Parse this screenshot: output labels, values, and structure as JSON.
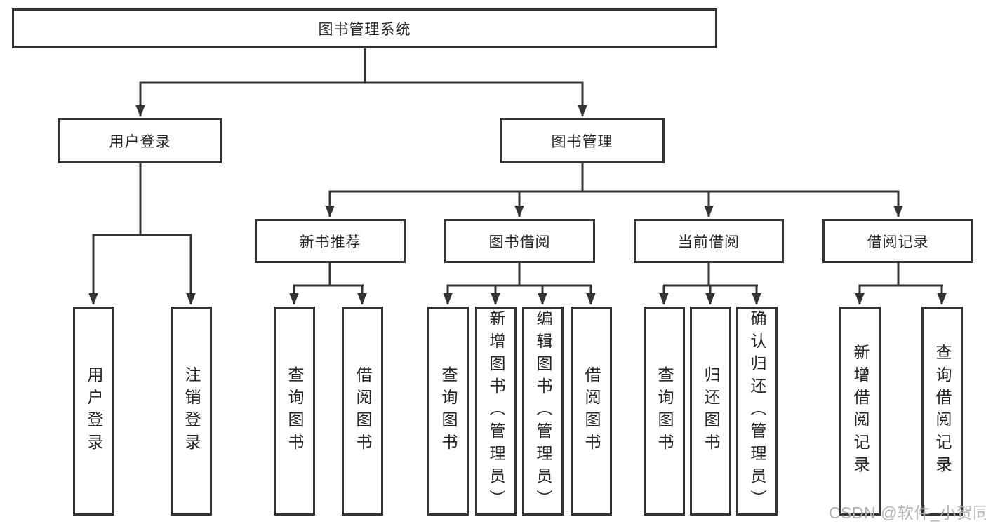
{
  "diagram": {
    "root": {
      "label": "图书管理系统"
    },
    "branches": [
      {
        "label": "用户登录",
        "children": [
          {
            "label": "用户登录"
          },
          {
            "label": "注销登录"
          }
        ]
      },
      {
        "label": "图书管理",
        "groups": [
          {
            "label": "新书推荐",
            "children": [
              {
                "label": "查询图书"
              },
              {
                "label": "借阅图书"
              }
            ]
          },
          {
            "label": "图书借阅",
            "children": [
              {
                "label": "查询图书"
              },
              {
                "label": "新增图书（管理员）"
              },
              {
                "label": "编辑图书（管理员）"
              },
              {
                "label": "借阅图书"
              }
            ]
          },
          {
            "label": "当前借阅",
            "children": [
              {
                "label": "查询图书"
              },
              {
                "label": "归还图书"
              },
              {
                "label": "确认归还（管理员）"
              }
            ]
          },
          {
            "label": "借阅记录",
            "children": [
              {
                "label": "新增借阅记录"
              },
              {
                "label": "查询借阅记录"
              }
            ]
          }
        ]
      }
    ],
    "watermark": "CSDN @软件_小贺同学",
    "colors": {
      "line": "#333333",
      "text": "#262626",
      "watermark": "#b2b2b2",
      "background": "#ffffff"
    }
  }
}
